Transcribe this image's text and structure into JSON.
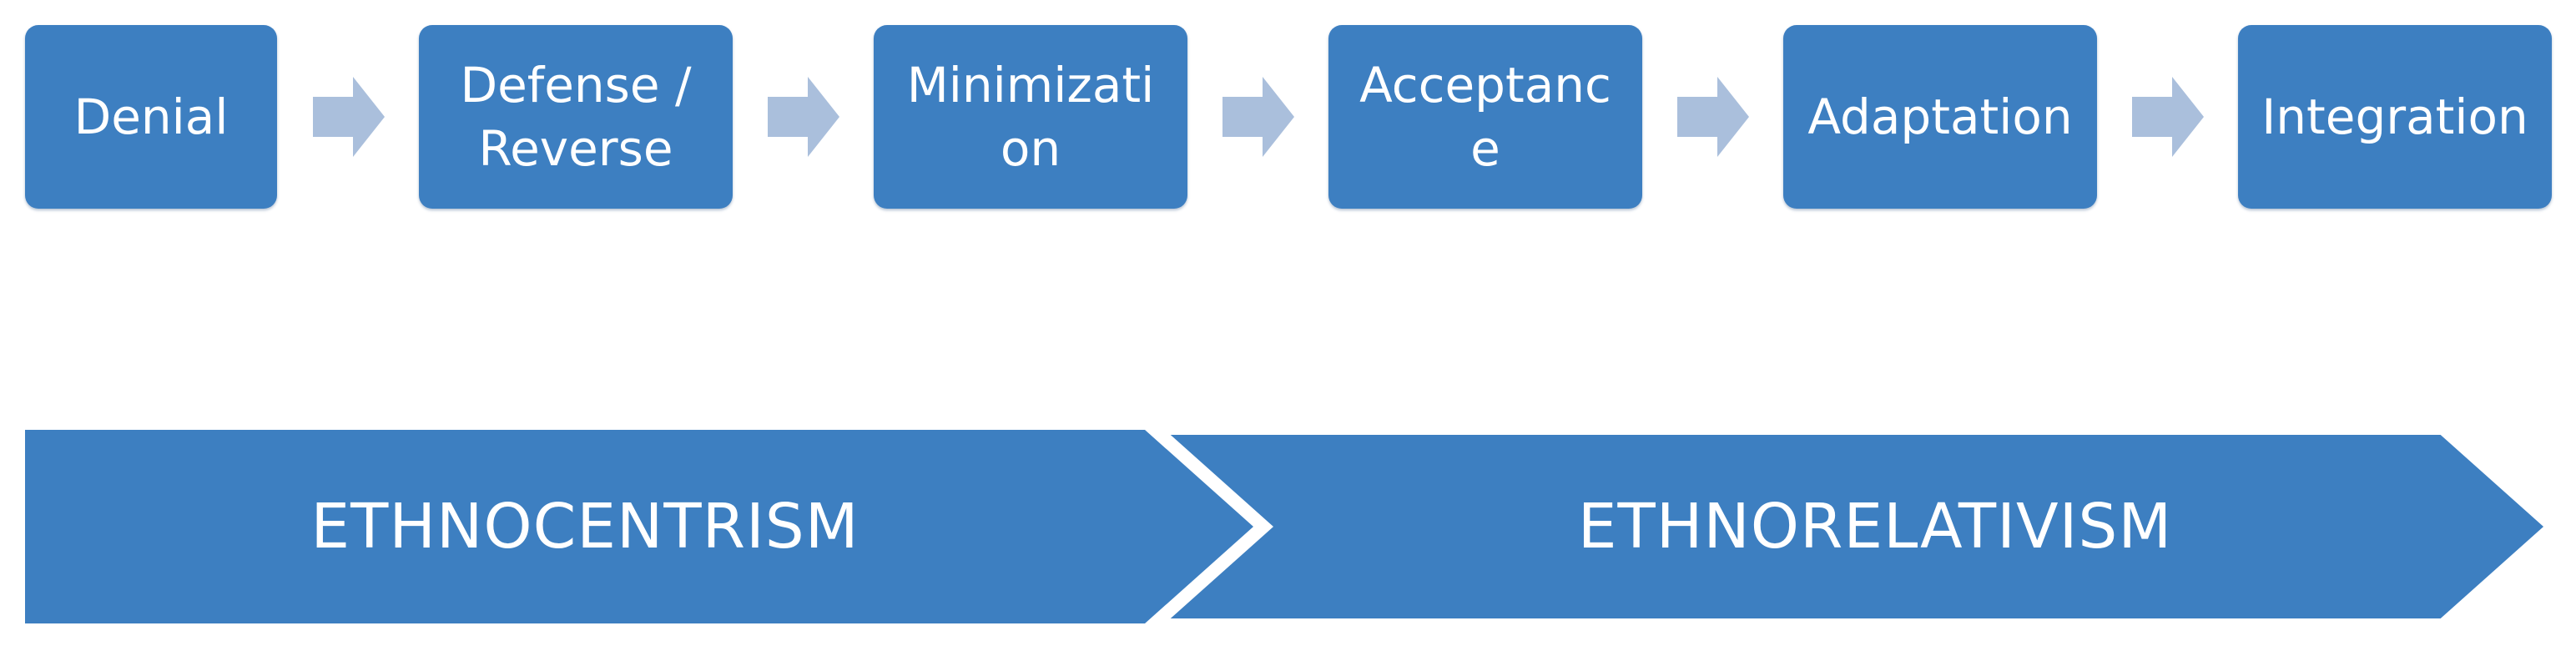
{
  "stages": [
    {
      "label": "Denial"
    },
    {
      "label": "Defense / Reverse"
    },
    {
      "label": "Minimization"
    },
    {
      "label": "Acceptance"
    },
    {
      "label": "Adaptation"
    },
    {
      "label": "Integration"
    }
  ],
  "bands": [
    {
      "label": "ETHNOCENTRISM"
    },
    {
      "label": "ETHNORELATIVISM"
    }
  ],
  "colors": {
    "box_fill": "#3d7fc1",
    "arrow_fill": "#aabfdc",
    "text": "#ffffff"
  }
}
